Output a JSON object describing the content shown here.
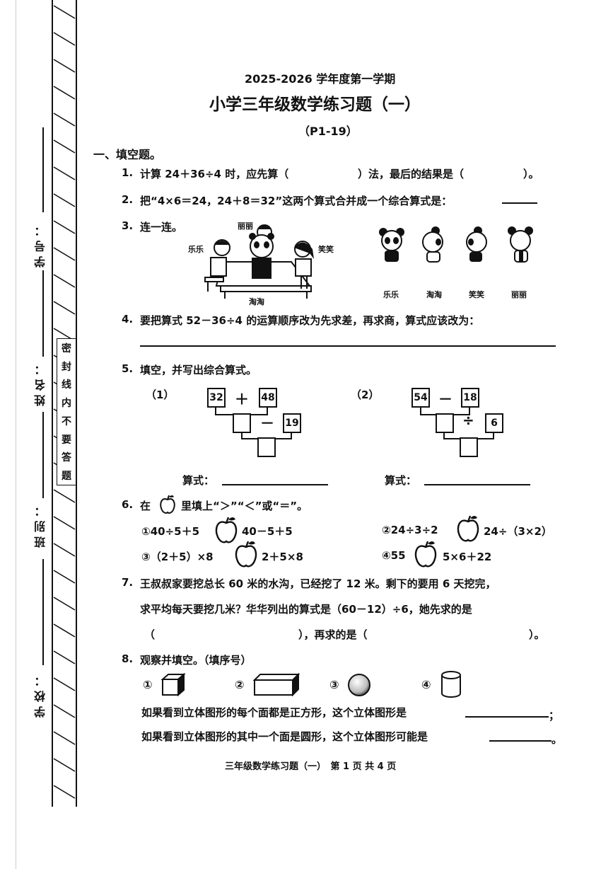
{
  "header": {
    "term": "2025-2026 学年度第一学期",
    "title": "小学三年级数学练习题（一）",
    "pages": "（P1-19）"
  },
  "side": {
    "student_no": "学号：",
    "name": "姓名：",
    "class": "班别：",
    "school": "学校：",
    "seal_chars": [
      "密",
      "封",
      "线",
      "内",
      "不",
      "要",
      "答",
      "题"
    ]
  },
  "section1": {
    "heading": "一、填空题。",
    "q1": {
      "num": "1.",
      "text_a": "计算 24＋36÷4 时，应先算（",
      "text_b": "）法，最后的结果是（",
      "text_c": "）。"
    },
    "q2": {
      "num": "2.",
      "text": "把“4×6＝24，24＋8＝32”这两个算式合并成一个综合算式是："
    },
    "q3": {
      "num": "3.",
      "text": "连一连。",
      "scene_labels": {
        "top": "丽丽",
        "left": "乐乐",
        "right": "笑笑",
        "bottom": "淘淘"
      },
      "panda_labels": [
        "乐乐",
        "淘淘",
        "笑笑",
        "丽丽"
      ]
    },
    "q4": {
      "num": "4.",
      "text": "要把算式 52－36÷4 的运算顺序改为先求差，再求商，算式应该改为："
    },
    "q5": {
      "num": "5.",
      "text": "填空，并写出综合算式。",
      "part1": {
        "label": "（1）",
        "a": "32",
        "op1": "＋",
        "b": "48",
        "op2": "－",
        "c": "19",
        "formula_label": "算式："
      },
      "part2": {
        "label": "（2）",
        "a": "54",
        "op1": "－",
        "b": "18",
        "op2": "÷",
        "c": "6",
        "formula_label": "算式："
      }
    },
    "q6": {
      "num": "6.",
      "text_a": "在",
      "text_b": "里填上“＞”“＜”或“＝”。",
      "items": [
        {
          "left": "①40÷5＋5",
          "right": "40－5＋5"
        },
        {
          "left": "②24÷3÷2",
          "right": "24÷（3×2）"
        },
        {
          "left": "③（2＋5）×8",
          "right": "2＋5×8"
        },
        {
          "left": "④55",
          "right": "5×6＋22"
        }
      ]
    },
    "q7": {
      "num": "7.",
      "line1": "王叔叔家要挖总长 60 米的水沟，已经挖了 12 米。剩下的要用 6 天挖完，",
      "line2": "求平均每天要挖几米？华华列出的算式是（60－12）÷6，她先求的是",
      "line3_a": "（",
      "line3_b": "），再求的是（",
      "line3_c": "）。"
    },
    "q8": {
      "num": "8.",
      "text": "观察并填空。（填序号）",
      "shapes": [
        "①",
        "②",
        "③",
        "④"
      ],
      "line1": "如果看到立体图形的每个面都是正方形，这个立体图形是",
      "line1_end": "；",
      "line2": "如果看到立体图形的其中一个面是圆形，这个立体图形可能是",
      "line2_end": "。"
    }
  },
  "footer": {
    "text": "三年级数学练习题（一）　第 1 页 共 4 页"
  }
}
